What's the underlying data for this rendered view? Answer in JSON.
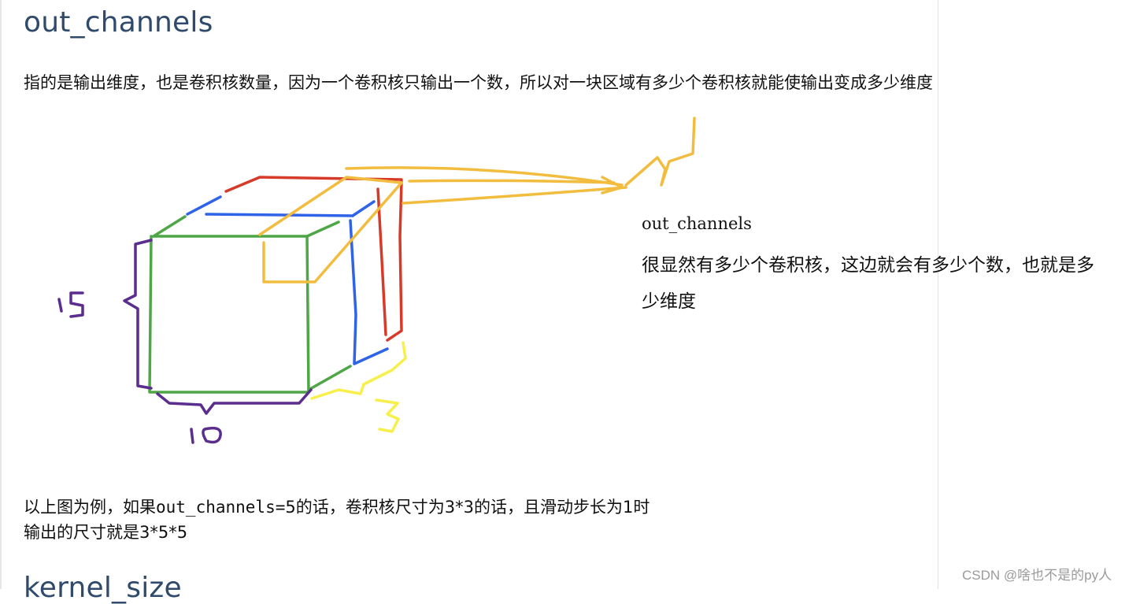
{
  "sections": {
    "out_channels": {
      "heading": "out_channels",
      "description": "指的是输出维度，也是卷积核数量，因为一个卷积核只输出一个数，所以对一块区域有多少个卷积核就能使输出变成多少维度",
      "annotation_title": "out_channels",
      "annotation_body": "很显然有多少个卷积核，这边就会有多少个数，也就是多少维度",
      "example_part1": "以上图为例，如果",
      "example_code": "out_channels=",
      "example_part2": "5的话，卷积核尺寸为3*3的话，且滑动步长为1时",
      "example_line2": "输出的尺寸就是3*5*5"
    },
    "next_heading": "kernel_size"
  },
  "sketch": {
    "height_label": "15",
    "width_label": "10",
    "depth_label": "3",
    "colors": {
      "purple": "#5b2d8e",
      "green": "#4ea646",
      "blue": "#2f63e8",
      "red": "#d63b2a",
      "orange": "#f2bd3f",
      "yellow": "#f7ef4a"
    }
  },
  "watermark": "CSDN @啥也不是的py人"
}
